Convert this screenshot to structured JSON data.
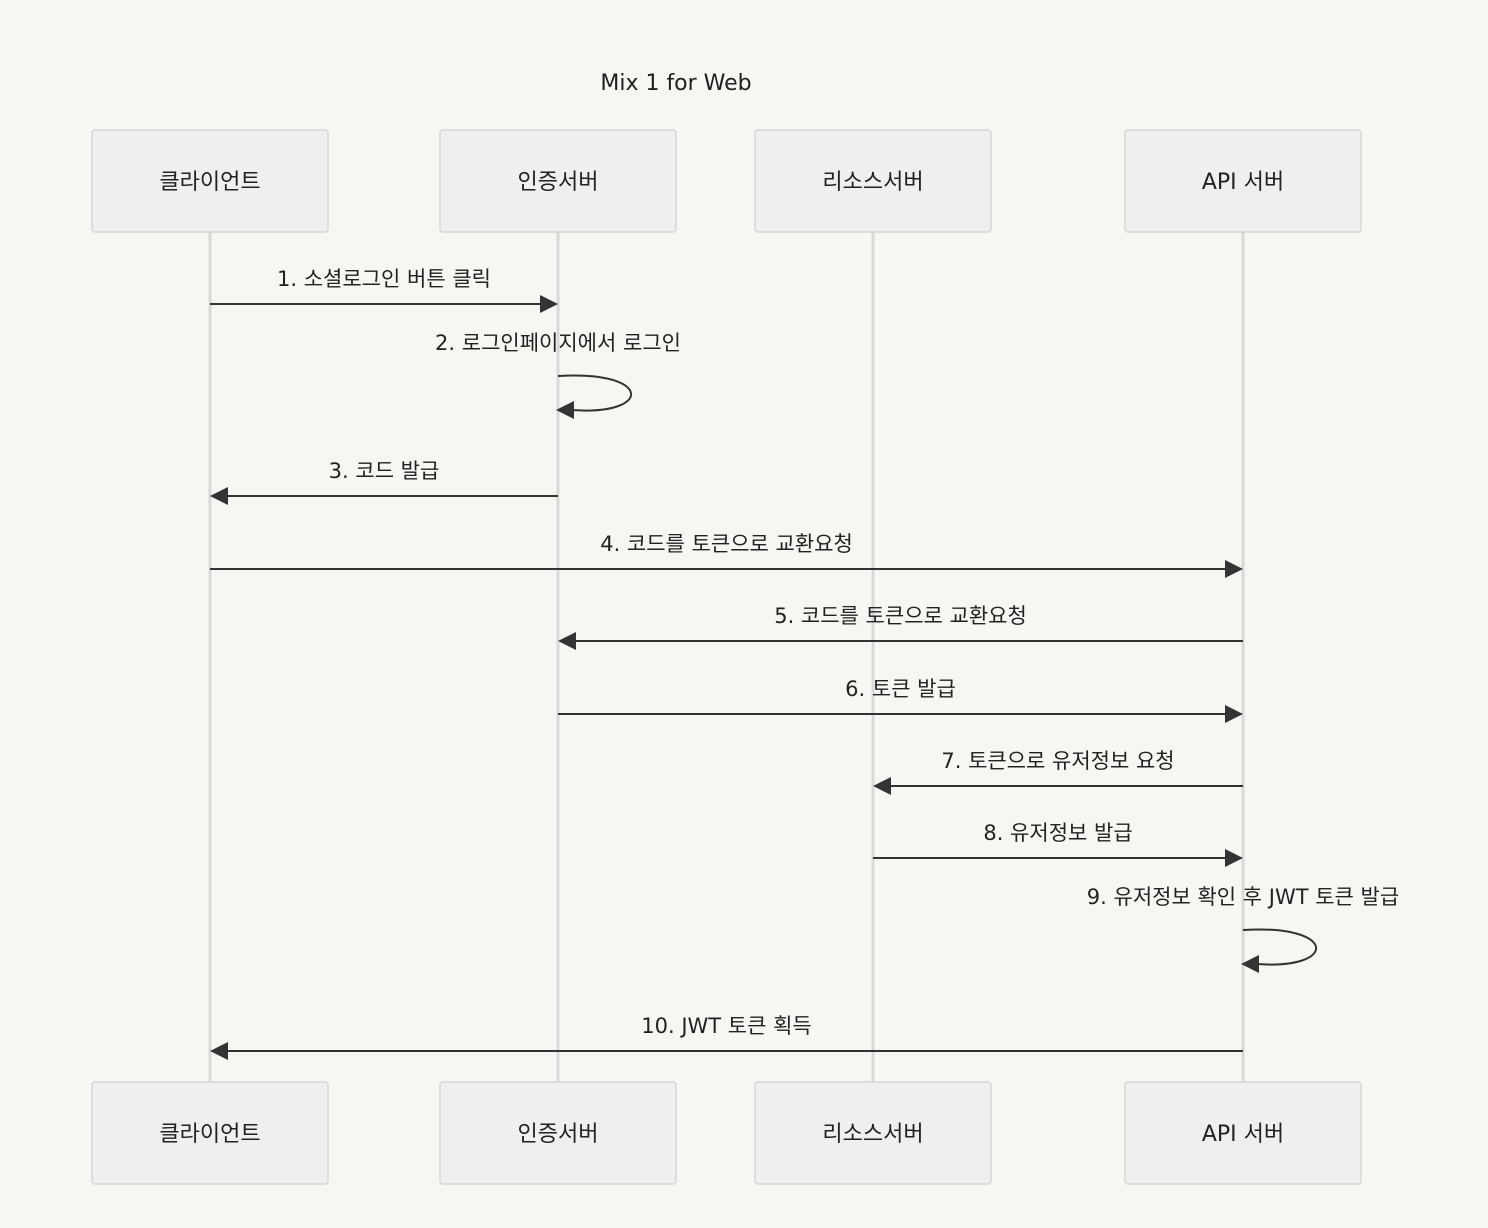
{
  "title": "Mix 1 for Web",
  "actors": [
    {
      "id": "client",
      "label": "클라이언트"
    },
    {
      "id": "auth",
      "label": "인증서버"
    },
    {
      "id": "resource",
      "label": "리소스서버"
    },
    {
      "id": "api",
      "label": "API 서버"
    }
  ],
  "messages": [
    {
      "from": "client",
      "to": "auth",
      "label": "1. 소셜로그인 버튼 클릭"
    },
    {
      "from": "auth",
      "to": "auth",
      "label": "2. 로그인페이지에서 로그인"
    },
    {
      "from": "auth",
      "to": "client",
      "label": "3. 코드 발급"
    },
    {
      "from": "client",
      "to": "api",
      "label": "4. 코드를 토큰으로 교환요청"
    },
    {
      "from": "api",
      "to": "auth",
      "label": "5. 코드를 토큰으로 교환요청"
    },
    {
      "from": "auth",
      "to": "api",
      "label": "6. 토큰 발급"
    },
    {
      "from": "api",
      "to": "resource",
      "label": "7. 토큰으로 유저정보 요청"
    },
    {
      "from": "resource",
      "to": "api",
      "label": "8. 유저정보 발급"
    },
    {
      "from": "api",
      "to": "api",
      "label": "9. 유저정보 확인 후 JWT 토큰 발급"
    },
    {
      "from": "api",
      "to": "client",
      "label": "10. JWT 토큰 획득"
    }
  ]
}
